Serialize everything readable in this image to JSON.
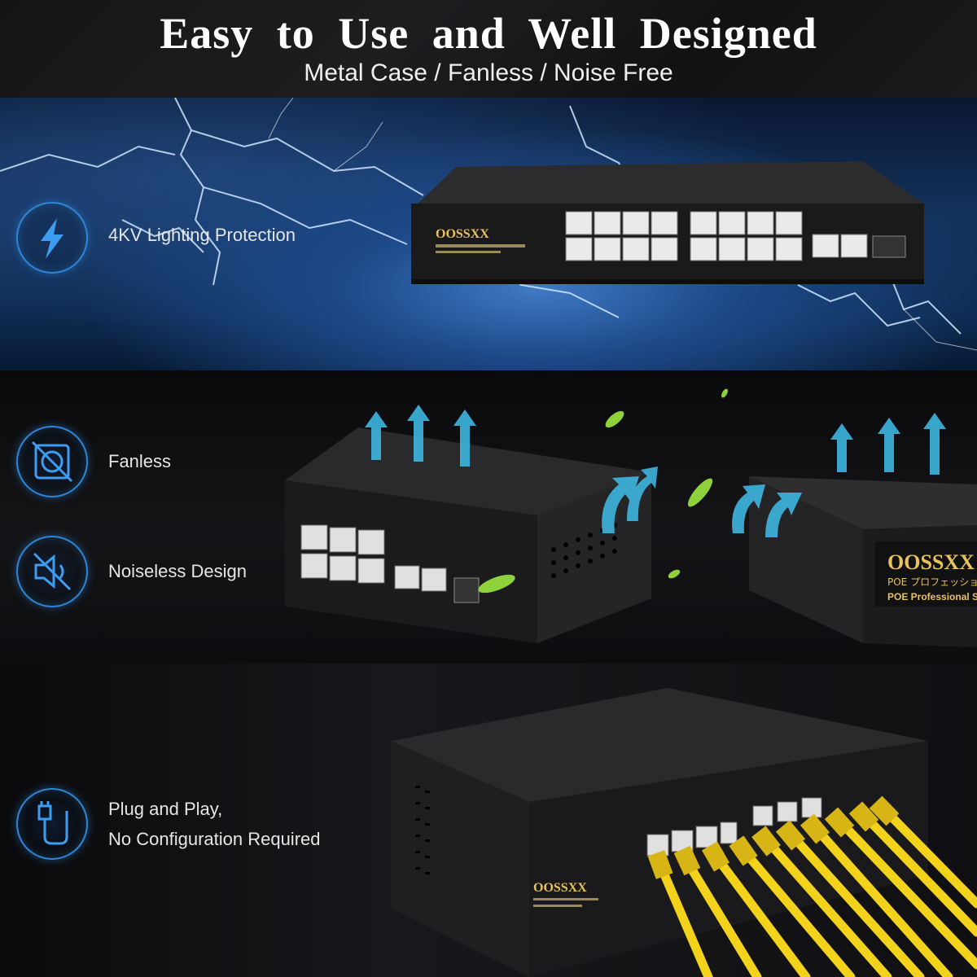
{
  "header": {
    "title": "Easy to Use and Well Designed",
    "subtitle": "Metal Case / Fanless / Noise Free"
  },
  "features": [
    {
      "label": "4KV Lighting Protection",
      "icon": "lightning-icon"
    },
    {
      "label": "Fanless",
      "icon": "fan-off-icon"
    },
    {
      "label": "Noiseless Design",
      "icon": "mute-icon"
    },
    {
      "label_line1": "Plug and Play,",
      "label_line2": "No  Configuration Required",
      "icon": "plug-icon"
    }
  ],
  "product": {
    "brand": "OOSSXX",
    "tagline_jp": "POE プロフェッショ",
    "tagline_en": "POE Professional S"
  },
  "colors": {
    "accent_blue": "#2f86d8",
    "airflow_arrow": "#3fb6e0",
    "cable_yellow": "#f2d21b",
    "leaf_green": "#8fd13a",
    "brand_gold": "#e8c25a"
  }
}
